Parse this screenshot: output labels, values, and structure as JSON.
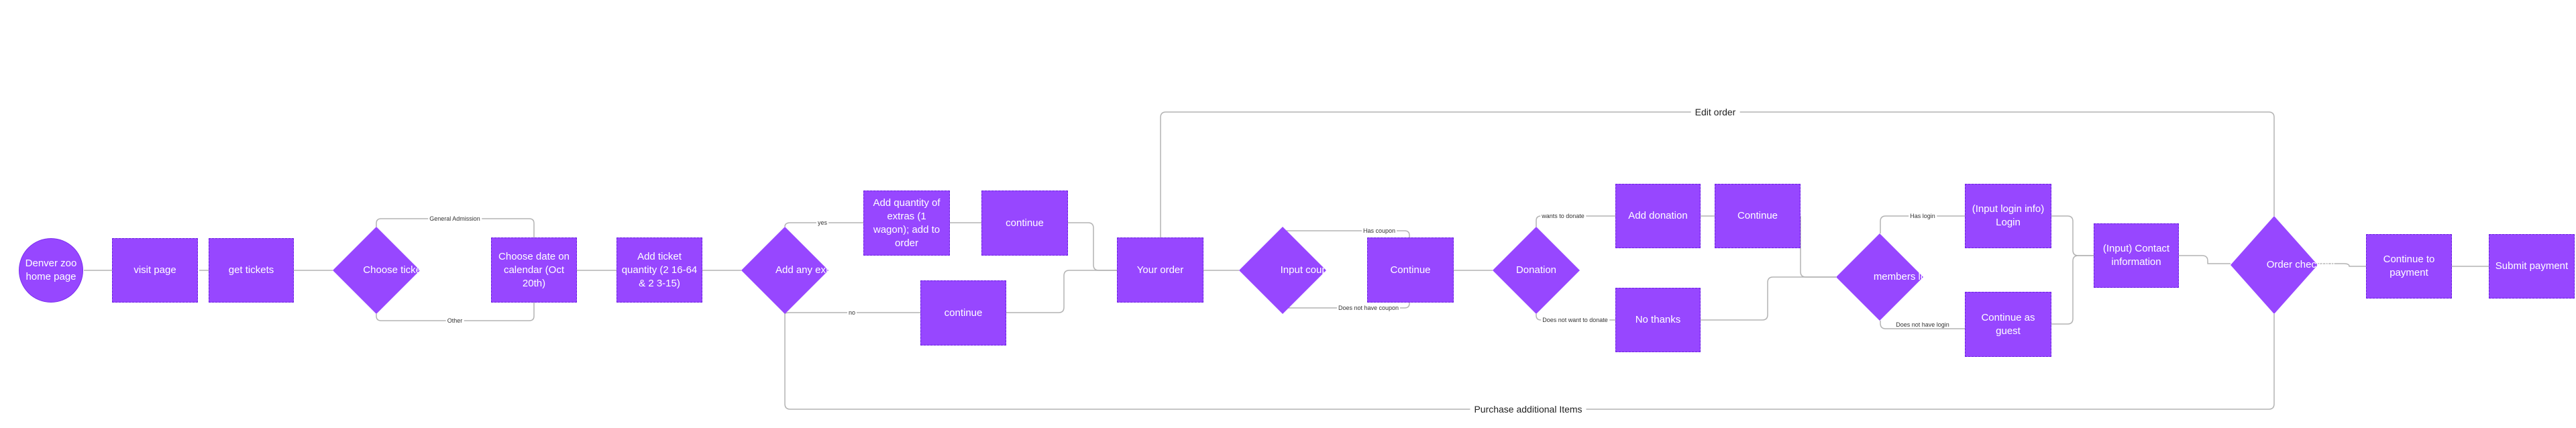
{
  "diagram": {
    "colors": {
      "node_fill": "#9747ff",
      "connector": "#b3b3b3",
      "label_text": "#222222"
    },
    "nodes": {
      "home_page": "Denver zoo home page",
      "visit_page": "visit page",
      "get_tickets": "get tickets",
      "choose_ticket_type": "Choose ticket type",
      "choose_date": "Choose date on calendar (Oct 20th)",
      "add_ticket_quantity": "Add ticket quantity (2 16-64 & 2 3-15)",
      "add_any_extras": "Add any extras",
      "add_quantity_extras": "Add quantity of extras (1 wagon); add to order",
      "continue_after_extras": "continue",
      "continue_no_extras": "continue",
      "your_order": "Your order",
      "input_coupon": "Input coupon",
      "continue_coupon": "Continue",
      "donation": "Donation",
      "add_donation": "Add donation",
      "continue_donation": "Continue",
      "no_thanks": "No thanks",
      "members_login": "members login",
      "input_login_info": "(Input login info) Login",
      "continue_as_guest": "Continue as guest",
      "contact_information": "(Input) Contact information",
      "order_checkout": "Order checkout",
      "continue_to_payment": "Continue to payment",
      "submit_payment": "Submit payment"
    },
    "edge_labels": {
      "general_admission": "General Admission",
      "other": "Other",
      "yes": "yes",
      "no": "no",
      "has_coupon": "Has coupon",
      "does_not_have_coupon": "Does not have coupon",
      "wants_to_donate": "wants to donate",
      "does_not_want_to_donate": "Does not want to donate",
      "has_login": "Has login",
      "does_not_have_login": "Does not have login",
      "edit_order": "Edit order",
      "purchase_additional_items": "Purchase additional Items"
    }
  }
}
